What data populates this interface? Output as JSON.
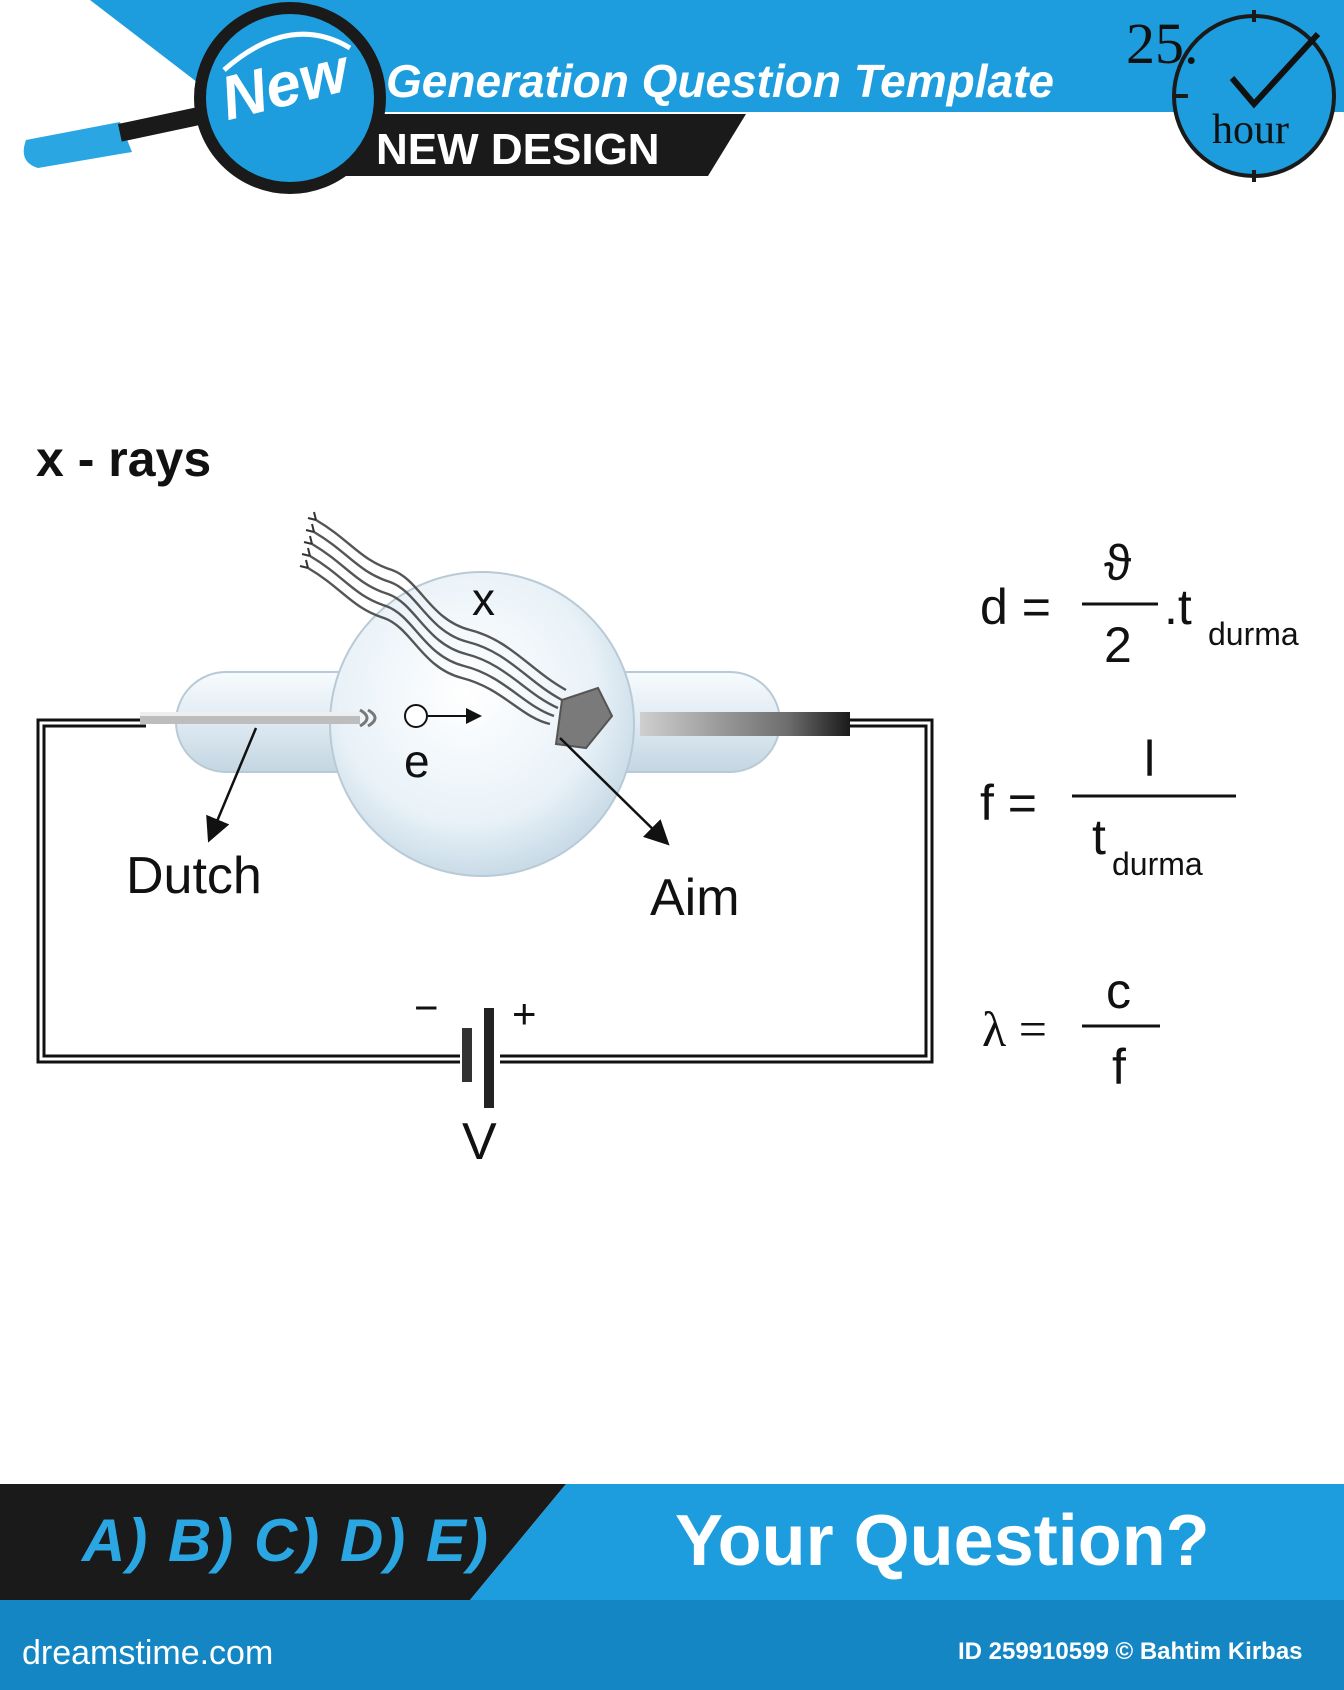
{
  "header": {
    "badge": "New",
    "title": "Generation Question Template",
    "subtitle": "NEW DESIGN",
    "clock_number": "25.",
    "clock_unit": "hour"
  },
  "diagram": {
    "title": "x - rays",
    "label_x": "x",
    "label_e": "e",
    "label_dutch": "Dutch",
    "label_aim": "Aim",
    "battery_minus": "−",
    "battery_plus": "+",
    "battery_label": "V"
  },
  "formulas": {
    "f1_lhs": "d =",
    "f1_num": "ϑ",
    "f1_den": "2",
    "f1_tail": ".t",
    "f1_sub": "durma",
    "f2_lhs": "f =",
    "f2_num": "l",
    "f2_den": "t",
    "f2_sub": "durma",
    "f3_lhs": "λ =",
    "f3_num": "c",
    "f3_den": "f"
  },
  "footer": {
    "answers": "A) B) C) D) E)",
    "question": "Your Question?",
    "site": "dreamstime.com",
    "credit": "ID 259910599 © Bahtim Kirbas"
  },
  "colors": {
    "accent_blue": "#1d9ddd",
    "dark": "#1a1a1a",
    "footer_bar": "#1586c4"
  }
}
